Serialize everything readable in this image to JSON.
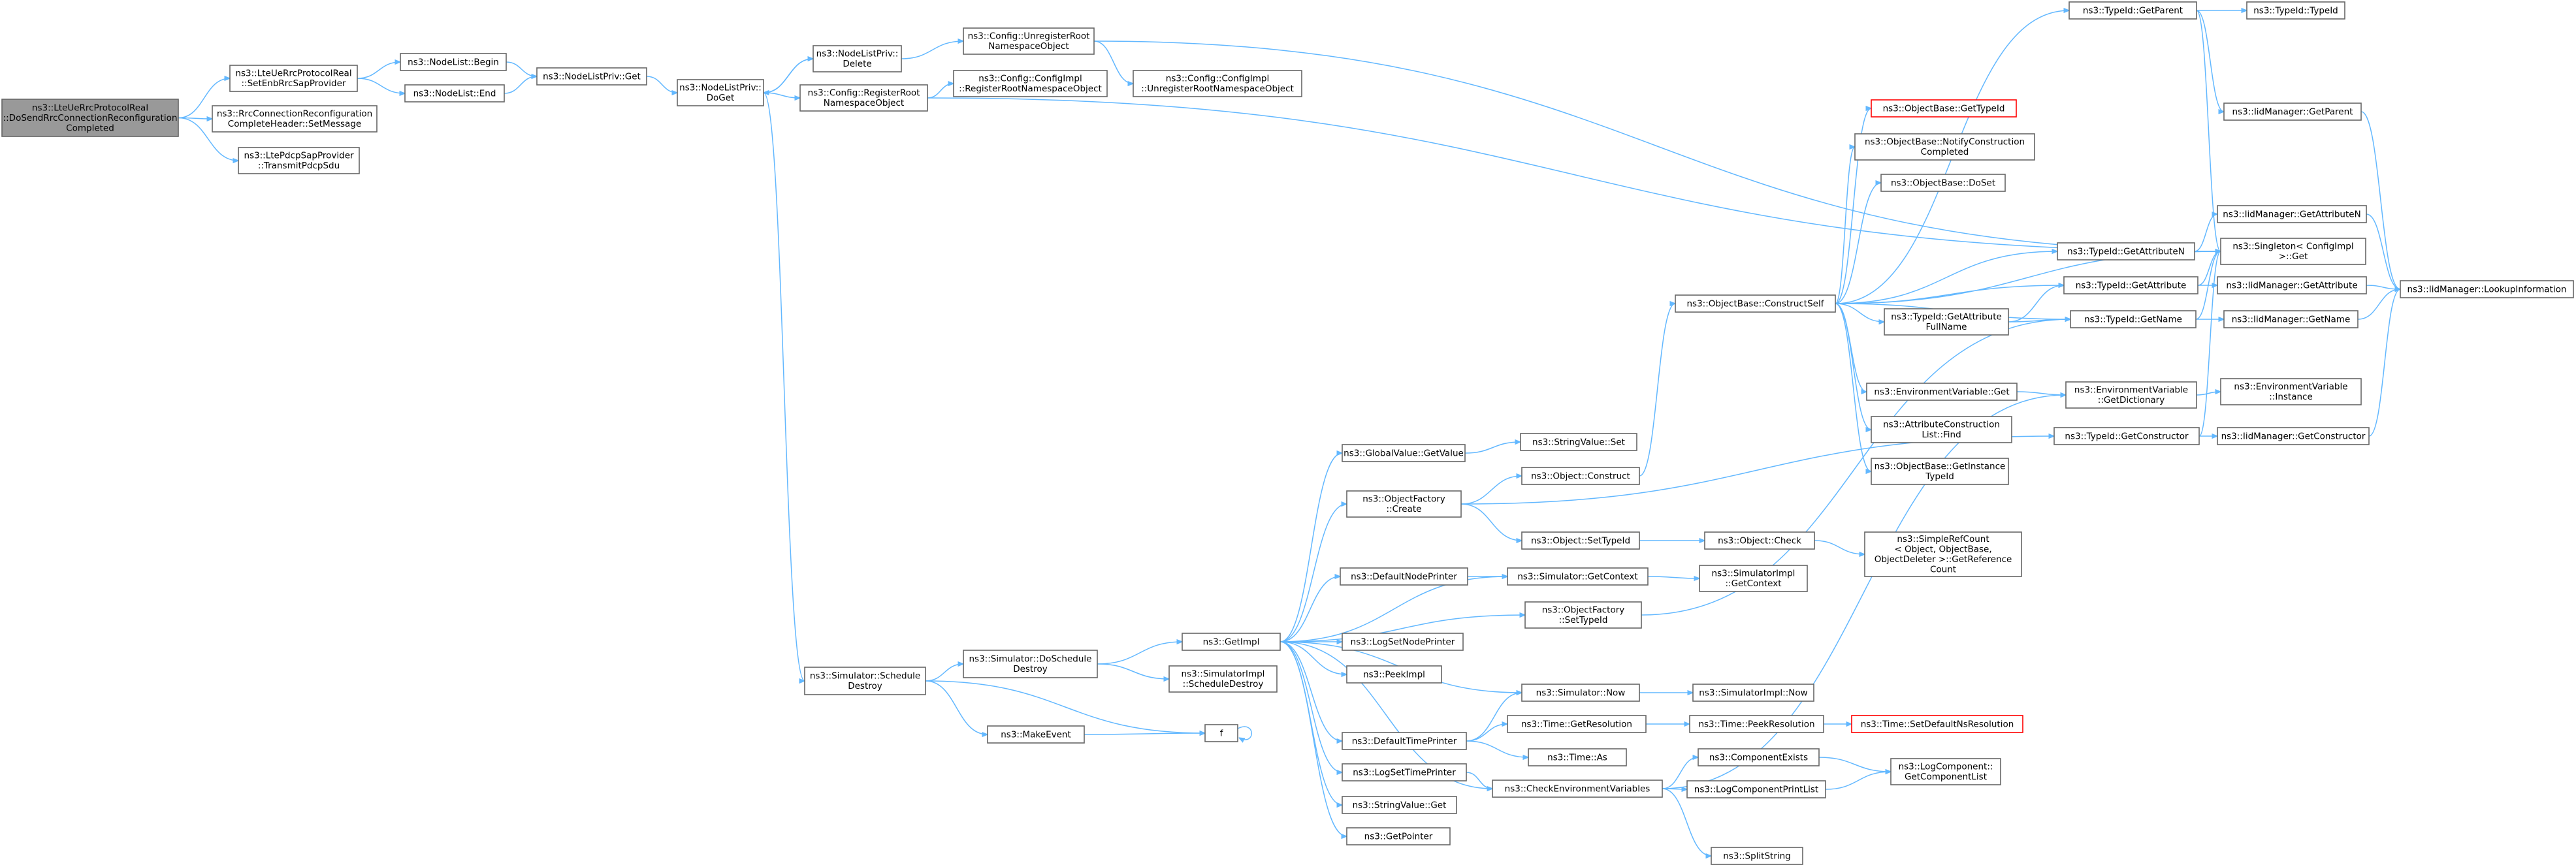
{
  "graph": {
    "title": "",
    "nodes": [
      {
        "id": "root",
        "lines": [
          "ns3::LteUeRrcProtocolReal",
          "::DoSendRrcConnectionReconfiguration",
          "Completed"
        ],
        "style": "root"
      },
      {
        "id": "setEnb",
        "lines": [
          "ns3::LteUeRrcProtocolReal",
          "::SetEnbRrcSapProvider"
        ]
      },
      {
        "id": "rrcSetMsg",
        "lines": [
          "ns3::RrcConnectionReconfiguration",
          "CompleteHeader::SetMessage"
        ]
      },
      {
        "id": "pdcpTx",
        "lines": [
          "ns3::LtePdcpSapProvider",
          "::TransmitPdcpSdu"
        ]
      },
      {
        "id": "nlBegin",
        "lines": [
          "ns3::NodeList::Begin"
        ]
      },
      {
        "id": "nlEnd",
        "lines": [
          "ns3::NodeList::End"
        ]
      },
      {
        "id": "nlpGet",
        "lines": [
          "ns3::NodeListPriv::Get"
        ]
      },
      {
        "id": "nlpDelete",
        "lines": [
          "ns3::NodeListPriv::",
          "Delete"
        ]
      },
      {
        "id": "nlpDoGet",
        "lines": [
          "ns3::NodeListPriv::",
          "DoGet"
        ]
      },
      {
        "id": "cfgUnreg",
        "lines": [
          "ns3::Config::UnregisterRoot",
          "NamespaceObject"
        ]
      },
      {
        "id": "cfgReg",
        "lines": [
          "ns3::Config::RegisterRoot",
          "NamespaceObject"
        ]
      },
      {
        "id": "cfgImplReg",
        "lines": [
          "ns3::Config::ConfigImpl",
          "::RegisterRootNamespaceObject"
        ]
      },
      {
        "id": "cfgImplUnreg",
        "lines": [
          "ns3::Config::ConfigImpl",
          "::UnregisterRootNamespaceObject"
        ]
      },
      {
        "id": "simSchedDestroy",
        "lines": [
          "ns3::Simulator::Schedule",
          "Destroy"
        ]
      },
      {
        "id": "simDoSchedDestroy",
        "lines": [
          "ns3::Simulator::DoSchedule",
          "Destroy"
        ]
      },
      {
        "id": "makeEvent",
        "lines": [
          "ns3::MakeEvent"
        ]
      },
      {
        "id": "getImpl",
        "lines": [
          "ns3::GetImpl"
        ]
      },
      {
        "id": "f",
        "lines": [
          "f"
        ]
      },
      {
        "id": "simImplSchedDestroy",
        "lines": [
          "ns3::SimulatorImpl",
          "::ScheduleDestroy"
        ]
      },
      {
        "id": "gvGetValue",
        "lines": [
          "ns3::GlobalValue::GetValue"
        ]
      },
      {
        "id": "ofCreate",
        "lines": [
          "ns3::ObjectFactory",
          "::Create"
        ]
      },
      {
        "id": "defNodePrinter",
        "lines": [
          "ns3::DefaultNodePrinter"
        ]
      },
      {
        "id": "logSetNodePrinter",
        "lines": [
          "ns3::LogSetNodePrinter"
        ]
      },
      {
        "id": "peekImpl",
        "lines": [
          "ns3::PeekImpl"
        ]
      },
      {
        "id": "defTimePrinter",
        "lines": [
          "ns3::DefaultTimePrinter"
        ]
      },
      {
        "id": "logSetTimePrinter",
        "lines": [
          "ns3::LogSetTimePrinter"
        ]
      },
      {
        "id": "svGet",
        "lines": [
          "ns3::StringValue::Get"
        ]
      },
      {
        "id": "getPointer",
        "lines": [
          "ns3::GetPointer"
        ]
      },
      {
        "id": "svSet",
        "lines": [
          "ns3::StringValue::Set"
        ]
      },
      {
        "id": "objConstruct",
        "lines": [
          "ns3::Object::Construct"
        ]
      },
      {
        "id": "objSetTypeId",
        "lines": [
          "ns3::Object::SetTypeId"
        ]
      },
      {
        "id": "simGetContext",
        "lines": [
          "ns3::Simulator::GetContext"
        ]
      },
      {
        "id": "ofSetTypeId",
        "lines": [
          "ns3::ObjectFactory",
          "::SetTypeId"
        ]
      },
      {
        "id": "simNow",
        "lines": [
          "ns3::Simulator::Now"
        ]
      },
      {
        "id": "timeGetRes",
        "lines": [
          "ns3::Time::GetResolution"
        ]
      },
      {
        "id": "timeAs",
        "lines": [
          "ns3::Time::As"
        ]
      },
      {
        "id": "checkEnv",
        "lines": [
          "ns3::CheckEnvironmentVariables"
        ]
      },
      {
        "id": "objCheck",
        "lines": [
          "ns3::Object::Check"
        ]
      },
      {
        "id": "simImplGetContext",
        "lines": [
          "ns3::SimulatorImpl",
          "::GetContext"
        ]
      },
      {
        "id": "simImplNow",
        "lines": [
          "ns3::SimulatorImpl::Now"
        ]
      },
      {
        "id": "timePeekRes",
        "lines": [
          "ns3::Time::PeekResolution"
        ]
      },
      {
        "id": "timeSetDefRes",
        "lines": [
          "ns3::Time::SetDefaultNsResolution"
        ],
        "style": "red"
      },
      {
        "id": "compExists",
        "lines": [
          "ns3::ComponentExists"
        ]
      },
      {
        "id": "logCompPrintList",
        "lines": [
          "ns3::LogComponentPrintList"
        ]
      },
      {
        "id": "splitString",
        "lines": [
          "ns3::SplitString"
        ]
      },
      {
        "id": "objBaseConstructSelf",
        "lines": [
          "ns3::ObjectBase::ConstructSelf"
        ]
      },
      {
        "id": "simpleRefCount",
        "lines": [
          "ns3::SimpleRefCount",
          "< Object, ObjectBase,",
          "ObjectDeleter >::GetReference",
          "Count"
        ]
      },
      {
        "id": "logCompGetList",
        "lines": [
          "ns3::LogComponent::",
          "GetComponentList"
        ]
      },
      {
        "id": "objBaseGetTypeId",
        "lines": [
          "ns3::ObjectBase::GetTypeId"
        ],
        "style": "red"
      },
      {
        "id": "objBaseNotify",
        "lines": [
          "ns3::ObjectBase::NotifyConstruction",
          "Completed"
        ]
      },
      {
        "id": "objBaseDoSet",
        "lines": [
          "ns3::ObjectBase::DoSet"
        ]
      },
      {
        "id": "envVarGet",
        "lines": [
          "ns3::EnvironmentVariable::Get"
        ]
      },
      {
        "id": "attrConstrFind",
        "lines": [
          "ns3::AttributeConstruction",
          "List::Find"
        ]
      },
      {
        "id": "objBaseGetInstTid",
        "lines": [
          "ns3::ObjectBase::GetInstance",
          "TypeId"
        ]
      },
      {
        "id": "tidGetParent",
        "lines": [
          "ns3::TypeId::GetParent"
        ]
      },
      {
        "id": "tidGetAttrN",
        "lines": [
          "ns3::TypeId::GetAttributeN"
        ]
      },
      {
        "id": "tidGetAttr",
        "lines": [
          "ns3::TypeId::GetAttribute"
        ]
      },
      {
        "id": "tidGetAttrFullName",
        "lines": [
          "ns3::TypeId::GetAttribute",
          "FullName"
        ]
      },
      {
        "id": "tidGetName",
        "lines": [
          "ns3::TypeId::GetName"
        ]
      },
      {
        "id": "envVarGetDict",
        "lines": [
          "ns3::EnvironmentVariable",
          "::GetDictionary"
        ]
      },
      {
        "id": "tidGetConstructor",
        "lines": [
          "ns3::TypeId::GetConstructor"
        ]
      },
      {
        "id": "tidTypeId",
        "lines": [
          "ns3::TypeId::TypeId"
        ]
      },
      {
        "id": "iidGetParent",
        "lines": [
          "ns3::IidManager::GetParent"
        ]
      },
      {
        "id": "iidGetAttrN",
        "lines": [
          "ns3::IidManager::GetAttributeN"
        ]
      },
      {
        "id": "singletonGet",
        "lines": [
          "ns3::Singleton< ConfigImpl",
          ">::Get"
        ]
      },
      {
        "id": "iidGetAttr",
        "lines": [
          "ns3::IidManager::GetAttribute"
        ]
      },
      {
        "id": "iidGetName",
        "lines": [
          "ns3::IidManager::GetName"
        ]
      },
      {
        "id": "envVarInstance",
        "lines": [
          "ns3::EnvironmentVariable",
          "::Instance"
        ]
      },
      {
        "id": "iidGetConstructor",
        "lines": [
          "ns3::IidManager::GetConstructor"
        ]
      },
      {
        "id": "iidLookup",
        "lines": [
          "ns3::IidManager::LookupInformation"
        ]
      }
    ],
    "edges": [
      [
        "root",
        "setEnb"
      ],
      [
        "root",
        "rrcSetMsg"
      ],
      [
        "root",
        "pdcpTx"
      ],
      [
        "setEnb",
        "nlBegin"
      ],
      [
        "setEnb",
        "nlEnd"
      ],
      [
        "nlBegin",
        "nlpGet"
      ],
      [
        "nlEnd",
        "nlpGet"
      ],
      [
        "nlpGet",
        "nlpDoGet"
      ],
      [
        "nlpDoGet",
        "nlpDelete"
      ],
      [
        "nlpDelete",
        "nlpDoGet"
      ],
      [
        "nlpDelete",
        "cfgUnreg"
      ],
      [
        "nlpDoGet",
        "cfgReg"
      ],
      [
        "nlpDoGet",
        "simSchedDestroy"
      ],
      [
        "cfgUnreg",
        "cfgImplUnreg"
      ],
      [
        "cfgUnreg",
        "singletonGet"
      ],
      [
        "cfgReg",
        "cfgImplReg"
      ],
      [
        "cfgReg",
        "singletonGet"
      ],
      [
        "simSchedDestroy",
        "simDoSchedDestroy"
      ],
      [
        "simSchedDestroy",
        "makeEvent"
      ],
      [
        "simSchedDestroy",
        "f"
      ],
      [
        "makeEvent",
        "f"
      ],
      [
        "f",
        "f"
      ],
      [
        "simDoSchedDestroy",
        "getImpl"
      ],
      [
        "simDoSchedDestroy",
        "simImplSchedDestroy"
      ],
      [
        "getImpl",
        "gvGetValue"
      ],
      [
        "getImpl",
        "ofCreate"
      ],
      [
        "getImpl",
        "defNodePrinter"
      ],
      [
        "getImpl",
        "logSetNodePrinter"
      ],
      [
        "getImpl",
        "peekImpl"
      ],
      [
        "getImpl",
        "defTimePrinter"
      ],
      [
        "getImpl",
        "logSetTimePrinter"
      ],
      [
        "getImpl",
        "svGet"
      ],
      [
        "getImpl",
        "getPointer"
      ],
      [
        "getImpl",
        "simGetContext"
      ],
      [
        "getImpl",
        "ofSetTypeId"
      ],
      [
        "getImpl",
        "simNow"
      ],
      [
        "getImpl",
        "checkEnv"
      ],
      [
        "gvGetValue",
        "svSet"
      ],
      [
        "ofCreate",
        "objConstruct"
      ],
      [
        "ofCreate",
        "objSetTypeId"
      ],
      [
        "ofCreate",
        "tidGetConstructor"
      ],
      [
        "defNodePrinter",
        "simGetContext"
      ],
      [
        "simGetContext",
        "simImplGetContext"
      ],
      [
        "defTimePrinter",
        "simNow"
      ],
      [
        "defTimePrinter",
        "timeGetRes"
      ],
      [
        "defTimePrinter",
        "timeAs"
      ],
      [
        "simNow",
        "simImplNow"
      ],
      [
        "timeGetRes",
        "timePeekRes"
      ],
      [
        "timePeekRes",
        "timeSetDefRes"
      ],
      [
        "logSetTimePrinter",
        "checkEnv"
      ],
      [
        "checkEnv",
        "compExists"
      ],
      [
        "checkEnv",
        "logCompPrintList"
      ],
      [
        "checkEnv",
        "splitString"
      ],
      [
        "checkEnv",
        "envVarGetDict"
      ],
      [
        "compExists",
        "logCompGetList"
      ],
      [
        "logCompPrintList",
        "logCompGetList"
      ],
      [
        "objConstruct",
        "objBaseConstructSelf"
      ],
      [
        "objSetTypeId",
        "objCheck"
      ],
      [
        "objCheck",
        "simpleRefCount"
      ],
      [
        "ofSetTypeId",
        "tidGetName"
      ],
      [
        "objBaseConstructSelf",
        "objBaseGetTypeId"
      ],
      [
        "objBaseConstructSelf",
        "objBaseNotify"
      ],
      [
        "objBaseConstructSelf",
        "objBaseDoSet"
      ],
      [
        "objBaseConstructSelf",
        "tidGetParent"
      ],
      [
        "objBaseConstructSelf",
        "tidGetAttrN"
      ],
      [
        "objBaseConstructSelf",
        "tidGetAttr"
      ],
      [
        "objBaseConstructSelf",
        "tidGetAttrFullName"
      ],
      [
        "objBaseConstructSelf",
        "tidGetName"
      ],
      [
        "objBaseConstructSelf",
        "envVarGet"
      ],
      [
        "objBaseConstructSelf",
        "attrConstrFind"
      ],
      [
        "objBaseConstructSelf",
        "objBaseGetInstTid"
      ],
      [
        "objBaseConstructSelf",
        "singletonGet"
      ],
      [
        "envVarGet",
        "envVarGetDict"
      ],
      [
        "envVarGetDict",
        "envVarInstance"
      ],
      [
        "tidGetParent",
        "tidTypeId"
      ],
      [
        "tidGetParent",
        "iidGetParent"
      ],
      [
        "tidGetParent",
        "singletonGet"
      ],
      [
        "tidGetAttrN",
        "iidGetAttrN"
      ],
      [
        "tidGetAttrN",
        "singletonGet"
      ],
      [
        "tidGetAttr",
        "iidGetAttr"
      ],
      [
        "tidGetAttr",
        "singletonGet"
      ],
      [
        "tidGetAttrFullName",
        "tidGetAttr"
      ],
      [
        "tidGetAttrFullName",
        "tidGetName"
      ],
      [
        "tidGetName",
        "iidGetName"
      ],
      [
        "tidGetName",
        "singletonGet"
      ],
      [
        "tidGetConstructor",
        "iidGetConstructor"
      ],
      [
        "tidGetConstructor",
        "singletonGet"
      ],
      [
        "iidGetParent",
        "iidLookup"
      ],
      [
        "iidGetAttrN",
        "iidLookup"
      ],
      [
        "iidGetAttr",
        "iidLookup"
      ],
      [
        "iidGetName",
        "iidLookup"
      ],
      [
        "iidGetConstructor",
        "iidLookup"
      ]
    ]
  }
}
